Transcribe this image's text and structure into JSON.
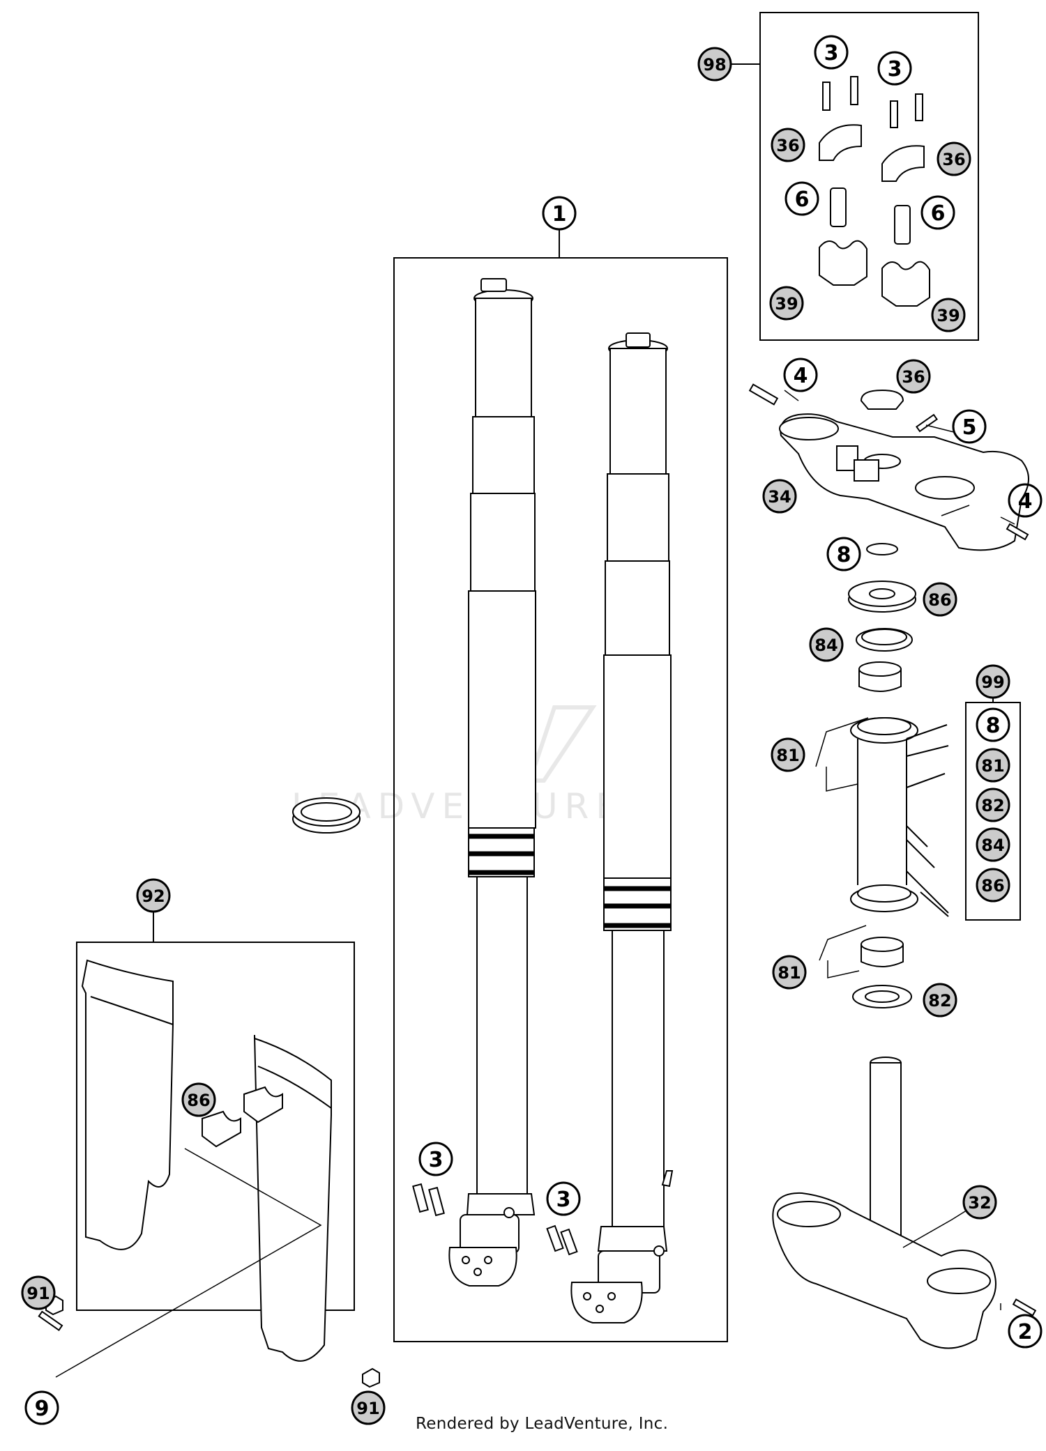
{
  "callouts": {
    "c1": "1",
    "c2": "2",
    "c3a": "3",
    "c3b": "3",
    "c3c": "3",
    "c3d": "3",
    "c4a": "4",
    "c4b": "4",
    "c5": "5",
    "c6a": "6",
    "c6b": "6",
    "c8a": "8",
    "c8b": "8",
    "c9": "9",
    "c32": "32",
    "c34": "34",
    "c36a": "36",
    "c36b": "36",
    "c36c": "36",
    "c39a": "39",
    "c39b": "39",
    "c81a": "81",
    "c81b": "81",
    "c81c": "81",
    "c82a": "82",
    "c82b": "82",
    "c84a": "84",
    "c84b": "84",
    "c86a": "86",
    "c86b": "86",
    "c86c": "86",
    "c91a": "91",
    "c91b": "91",
    "c92": "92",
    "c98": "98",
    "c99": "99"
  },
  "watermark": "LEADVENTURE",
  "footer": "Rendered by LeadVenture, Inc."
}
